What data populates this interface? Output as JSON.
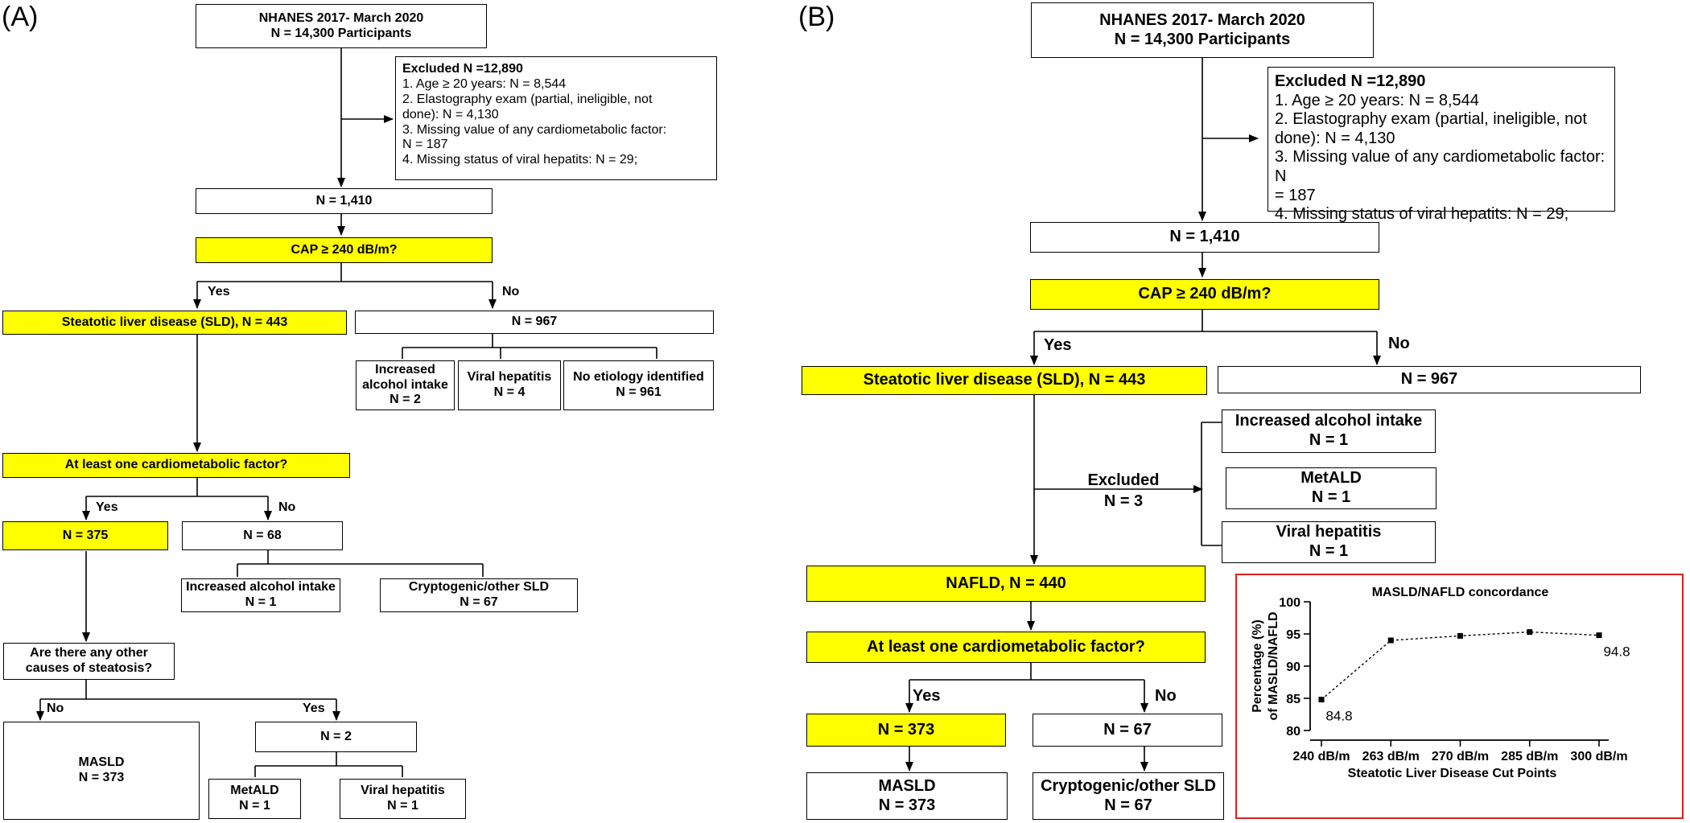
{
  "panels": {
    "a": {
      "letter": "(A)",
      "top": [
        "NHANES 2017- March 2020",
        "N = 14,300 Participants"
      ],
      "excluded": {
        "title": "Excluded N =12,890",
        "lines": [
          "1. Age ≥ 20 years: N = 8,544",
          "2. Elastography exam (partial, ineligible, not",
          "done): N = 4,130",
          "3. Missing value of any cardiometabolic factor:",
          "N = 187",
          "4. Missing status of viral hepatits: N = 29;"
        ]
      },
      "n1410": "N = 1,410",
      "cap": "CAP ≥ 240 dB/m?",
      "cap_yes": "Yes",
      "cap_no": "No",
      "sld": "Steatotic liver disease (SLD), N = 443",
      "n967": "N = 967",
      "alcohol": [
        "Increased",
        "alcohol intake",
        "N = 2"
      ],
      "viral": [
        "Viral hepatitis",
        "N = 4"
      ],
      "noetiology": [
        "No etiology identified",
        "N = 961"
      ],
      "cardio": "At least one cardiometabolic factor?",
      "cardio_yes": "Yes",
      "cardio_no": "No",
      "n375": "N = 375",
      "n68": "N = 68",
      "alc68": [
        "Increased alcohol intake",
        "N = 1"
      ],
      "crypto": [
        "Cryptogenic/other SLD",
        "N = 67"
      ],
      "other": [
        "Are there any other",
        "causes of steatosis?"
      ],
      "other_no": "No",
      "other_yes": "Yes",
      "masld": [
        "MASLD",
        "N = 373"
      ],
      "n2": "N = 2",
      "metald": [
        "MetALD",
        "N = 1"
      ],
      "viral2": [
        "Viral hepatitis",
        "N = 1"
      ]
    },
    "b": {
      "letter": "(B)",
      "top": [
        "NHANES 2017- March 2020",
        "N = 14,300 Participants"
      ],
      "excluded": {
        "title": "Excluded N =12,890",
        "lines": [
          "1. Age ≥ 20 years: N = 8,544",
          "2. Elastography exam (partial, ineligible, not",
          "done): N = 4,130",
          "3. Missing value of any cardiometabolic factor: N",
          "= 187",
          "4. Missing status of viral hepatits: N = 29;"
        ]
      },
      "n1410": "N = 1,410",
      "cap": "CAP ≥ 240 dB/m?",
      "cap_yes": "Yes",
      "cap_no": "No",
      "sld": "Steatotic liver disease (SLD), N = 443",
      "n967": "N = 967",
      "excluded3": [
        "Excluded",
        "N = 3"
      ],
      "alcohol": [
        "Increased alcohol intake",
        "N = 1"
      ],
      "metald": [
        "MetALD",
        "N = 1"
      ],
      "viral": [
        "Viral hepatitis",
        "N = 1"
      ],
      "nafld": "NAFLD, N = 440",
      "cardio": "At least one cardiometabolic factor?",
      "cardio_yes": "Yes",
      "cardio_no": "No",
      "n373": "N = 373",
      "n67": "N = 67",
      "masld": [
        "MASLD",
        "N = 373"
      ],
      "crypto": [
        "Cryptogenic/other SLD",
        "N = 67"
      ]
    }
  },
  "chart_data": {
    "type": "line",
    "title": "MASLD/NAFLD concordance",
    "xlabel": "Steatotic Liver Disease Cut Points",
    "ylabel_lines": [
      "Percentage (%)",
      "of MASLD/NAFLD"
    ],
    "categories": [
      "240 dB/m",
      "263 dB/m",
      "270 dB/m",
      "285 dB/m",
      "300 dB/m"
    ],
    "values": [
      84.8,
      94.0,
      94.7,
      95.3,
      94.8
    ],
    "ylim": [
      80,
      100
    ],
    "yticks": [
      80,
      85,
      90,
      95,
      100
    ],
    "annotations": [
      {
        "index": 0,
        "text": "84.8"
      },
      {
        "index": 4,
        "text": "94.8"
      }
    ],
    "line_style": "dashed",
    "grid": false
  }
}
